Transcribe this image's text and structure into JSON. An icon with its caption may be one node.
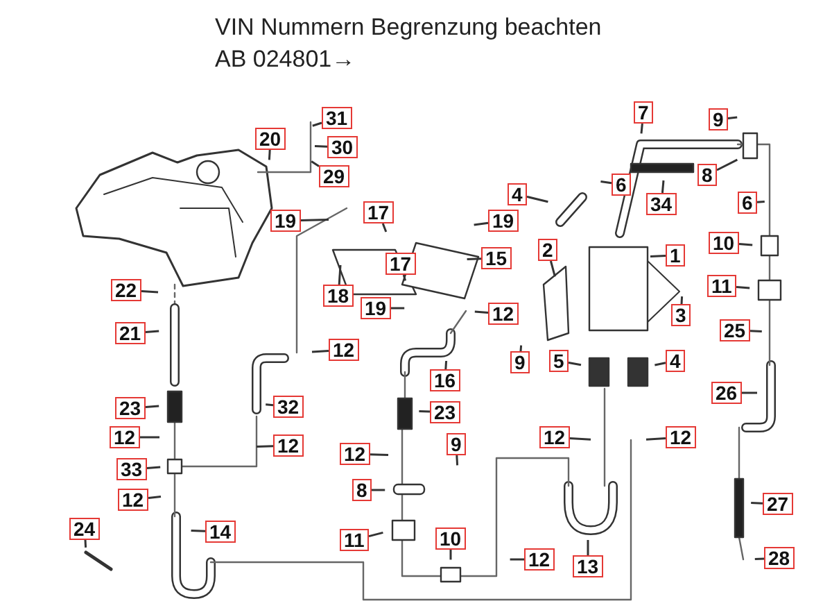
{
  "diagram": {
    "title": "VIN Nummern Begrenzung beachten AB 024801→",
    "nodes": [
      {
        "text": [
          "31"
        ]
      },
      {
        "text": [
          "20"
        ]
      },
      {
        "text": [
          "30"
        ]
      },
      {
        "text": [
          "29"
        ]
      },
      {
        "text": [
          "19"
        ]
      },
      {
        "text": [
          "17"
        ]
      },
      {
        "text": [
          "17"
        ]
      },
      {
        "text": [
          "18"
        ]
      },
      {
        "text": [
          "19"
        ]
      },
      {
        "text": [
          "19"
        ]
      },
      {
        "text": [
          "15"
        ]
      },
      {
        "text": [
          "7"
        ]
      },
      {
        "text": [
          "9"
        ]
      },
      {
        "text": [
          "8"
        ]
      },
      {
        "text": [
          "6"
        ]
      },
      {
        "text": [
          "34"
        ]
      },
      {
        "text": [
          "4"
        ]
      },
      {
        "text": [
          "1"
        ]
      },
      {
        "text": [
          "2"
        ]
      },
      {
        "text": [
          "3"
        ]
      },
      {
        "text": [
          "12"
        ]
      },
      {
        "text": [
          "9"
        ]
      },
      {
        "text": [
          "6"
        ]
      },
      {
        "text": [
          "10"
        ]
      },
      {
        "text": [
          "11"
        ]
      },
      {
        "text": [
          "25"
        ]
      },
      {
        "text": [
          "22"
        ]
      },
      {
        "text": [
          "21"
        ]
      },
      {
        "text": [
          "12"
        ]
      },
      {
        "text": [
          "16"
        ]
      },
      {
        "text": [
          "5"
        ]
      },
      {
        "text": [
          "4"
        ]
      },
      {
        "text": [
          "23"
        ]
      },
      {
        "text": [
          "32"
        ]
      },
      {
        "text": [
          "23"
        ]
      },
      {
        "text": [
          "26"
        ]
      },
      {
        "text": [
          "12"
        ]
      },
      {
        "text": [
          "12"
        ]
      },
      {
        "text": [
          "12"
        ]
      },
      {
        "text": [
          "9"
        ]
      },
      {
        "text": [
          "12"
        ]
      },
      {
        "text": [
          "12"
        ]
      },
      {
        "text": [
          "33"
        ]
      },
      {
        "text": [
          "8"
        ]
      },
      {
        "text": [
          "12"
        ]
      },
      {
        "text": [
          "27"
        ]
      },
      {
        "text": [
          "24"
        ]
      },
      {
        "text": [
          "14"
        ]
      },
      {
        "text": [
          "11"
        ]
      },
      {
        "text": [
          "10"
        ]
      },
      {
        "text": [
          "12"
        ]
      },
      {
        "text": [
          "13"
        ]
      },
      {
        "text": [
          "28"
        ]
      }
    ],
    "edges": [
      {
        "from": 0,
        "to": null,
        "arrow": "none"
      },
      {
        "from": 1,
        "to": null,
        "arrow": "none"
      },
      {
        "from": 2,
        "to": null,
        "arrow": "none"
      },
      {
        "from": 3,
        "to": null,
        "arrow": "none"
      },
      {
        "from": 4,
        "to": null,
        "arrow": "none"
      },
      {
        "from": 5,
        "to": null,
        "arrow": "none"
      },
      {
        "from": 6,
        "to": null,
        "arrow": "none"
      },
      {
        "from": 7,
        "to": null,
        "arrow": "none"
      },
      {
        "from": 8,
        "to": null,
        "arrow": "none"
      },
      {
        "from": 9,
        "to": null,
        "arrow": "none"
      },
      {
        "from": 10,
        "to": null,
        "arrow": "none"
      },
      {
        "from": 11,
        "to": null,
        "arrow": "none"
      },
      {
        "from": 12,
        "to": null,
        "arrow": "none"
      },
      {
        "from": 13,
        "to": null,
        "arrow": "none"
      },
      {
        "from": 14,
        "to": null,
        "arrow": "none"
      },
      {
        "from": 15,
        "to": null,
        "arrow": "none"
      },
      {
        "from": 16,
        "to": null,
        "arrow": "none"
      },
      {
        "from": 17,
        "to": null,
        "arrow": "none"
      },
      {
        "from": 18,
        "to": null,
        "arrow": "none"
      },
      {
        "from": 19,
        "to": null,
        "arrow": "none"
      },
      {
        "from": 20,
        "to": null,
        "arrow": "none"
      },
      {
        "from": 21,
        "to": null,
        "arrow": "none"
      },
      {
        "from": 22,
        "to": null,
        "arrow": "none"
      },
      {
        "from": 23,
        "to": null,
        "arrow": "none"
      },
      {
        "from": 24,
        "to": null,
        "arrow": "none"
      },
      {
        "from": 25,
        "to": null,
        "arrow": "none"
      },
      {
        "from": 26,
        "to": null,
        "arrow": "none"
      },
      {
        "from": 27,
        "to": null,
        "arrow": "none"
      },
      {
        "from": 28,
        "to": null,
        "arrow": "none"
      },
      {
        "from": 29,
        "to": null,
        "arrow": "none"
      },
      {
        "from": 30,
        "to": null,
        "arrow": "none"
      },
      {
        "from": 31,
        "to": null,
        "arrow": "none"
      },
      {
        "from": 32,
        "to": null,
        "arrow": "none"
      },
      {
        "from": 33,
        "to": null,
        "arrow": "none"
      },
      {
        "from": 34,
        "to": null,
        "arrow": "none"
      },
      {
        "from": 35,
        "to": null,
        "arrow": "none"
      },
      {
        "from": 36,
        "to": null,
        "arrow": "none"
      },
      {
        "from": 37,
        "to": null,
        "arrow": "none"
      },
      {
        "from": 38,
        "to": null,
        "arrow": "none"
      },
      {
        "from": 39,
        "to": null,
        "arrow": "none"
      },
      {
        "from": 40,
        "to": null,
        "arrow": "none"
      },
      {
        "from": 41,
        "to": null,
        "arrow": "none"
      },
      {
        "from": 42,
        "to": null,
        "arrow": "none"
      },
      {
        "from": 43,
        "to": null,
        "arrow": "none"
      },
      {
        "from": 44,
        "to": null,
        "arrow": "none"
      },
      {
        "from": 45,
        "to": null,
        "arrow": "none"
      },
      {
        "from": 46,
        "to": null,
        "arrow": "none"
      },
      {
        "from": 47,
        "to": null,
        "arrow": "none"
      },
      {
        "from": 48,
        "to": null,
        "arrow": "none"
      },
      {
        "from": 49,
        "to": null,
        "arrow": "none"
      },
      {
        "from": 50,
        "to": null,
        "arrow": "none"
      },
      {
        "from": 51,
        "to": null,
        "arrow": "none"
      },
      {
        "from": 52,
        "to": null,
        "arrow": "none"
      }
    ]
  }
}
